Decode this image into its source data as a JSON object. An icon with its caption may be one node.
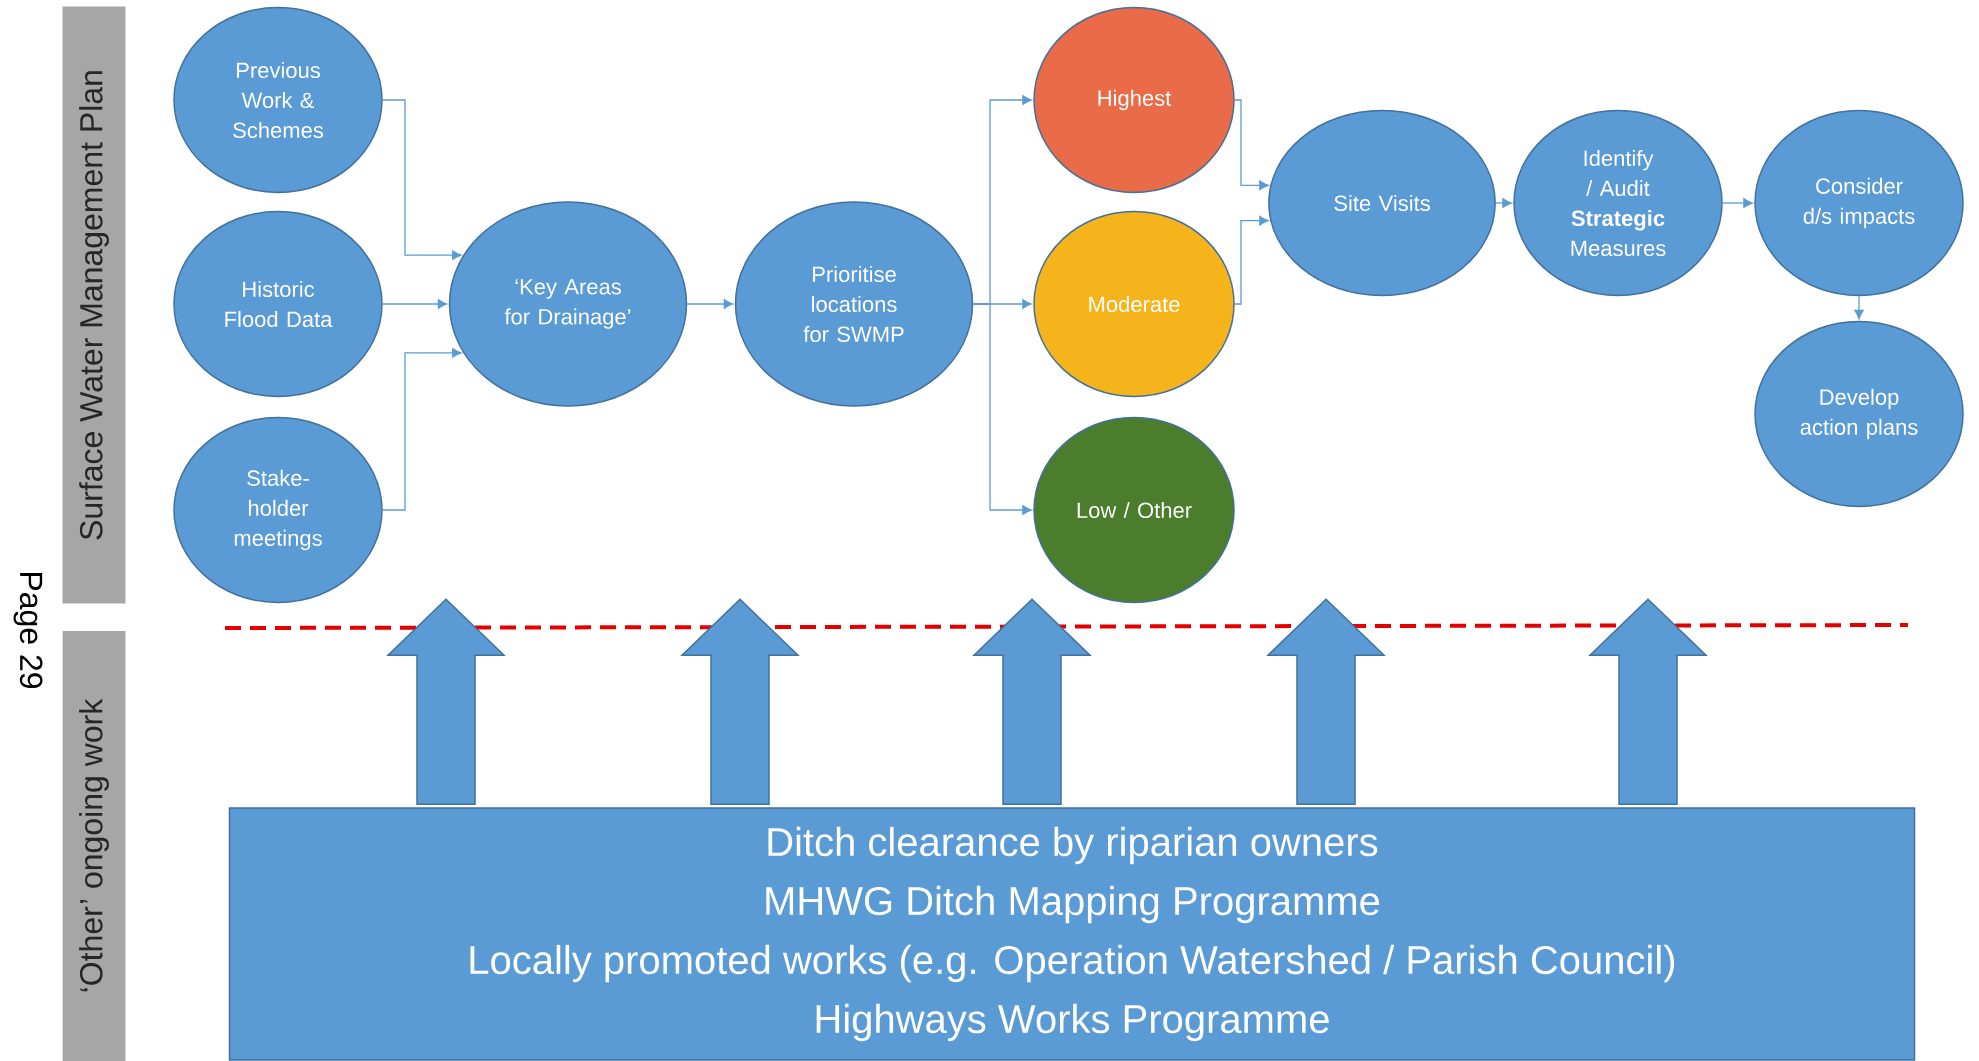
{
  "diagram": {
    "nodes": [
      {
        "text": [
          "Surface Water Management Plan"
        ]
      },
      {
        "text": [
          "Previous Work & Schemes"
        ]
      },
      {
        "text": [
          "Historic Flood Data"
        ]
      },
      {
        "text": [
          "Stake- holder meetings"
        ]
      },
      {
        "text": [
          "‘Key Areas for Drainage’"
        ]
      },
      {
        "text": [
          "Prioritise locations for SWMP"
        ]
      },
      {
        "text": [
          "Highest"
        ]
      },
      {
        "text": [
          "Moderate"
        ]
      },
      {
        "text": [
          "Low / Other"
        ]
      },
      {
        "text": [
          "Site Visits"
        ]
      },
      {
        "text": [
          "Identify / Audit **Strategic** Measures"
        ]
      },
      {
        "text": [
          "Consider d/s impacts"
        ]
      },
      {
        "text": [
          "Develop action plans"
        ]
      },
      {
        "text": [
          "‘Other’ ongoing work"
        ]
      },
      {
        "text": [
          "Ditch clearance by riparian owners",
          "MHWG Ditch Mapping Programme",
          "Locally promoted works (e.g. Operation Watershed / Parish Council)",
          "Highways Works Programme"
        ]
      }
    ],
    "edges": [
      {
        "from": 1,
        "to": 4,
        "arrow": "to"
      },
      {
        "from": 2,
        "to": 4,
        "arrow": "to"
      },
      {
        "from": 3,
        "to": 4,
        "arrow": "to"
      },
      {
        "from": 4,
        "to": 5,
        "arrow": "to"
      },
      {
        "from": 5,
        "to": 6,
        "arrow": "to"
      },
      {
        "from": 5,
        "to": 7,
        "arrow": "to"
      },
      {
        "from": 5,
        "to": 8,
        "arrow": "to"
      },
      {
        "from": 6,
        "to": 9,
        "arrow": "to"
      },
      {
        "from": 7,
        "to": 9,
        "arrow": "to"
      },
      {
        "from": 9,
        "to": 10,
        "arrow": "to"
      },
      {
        "from": 10,
        "to": 11,
        "arrow": "to"
      },
      {
        "from": 11,
        "to": 12,
        "arrow": "to"
      },
      {
        "from": 14,
        "to": null,
        "arrow": "to",
        "style": "thick"
      },
      {
        "from": 14,
        "to": null,
        "arrow": "to",
        "style": "thick"
      },
      {
        "from": 14,
        "to": null,
        "arrow": "to",
        "style": "thick"
      },
      {
        "from": 14,
        "to": null,
        "arrow": "to",
        "style": "thick"
      },
      {
        "from": 14,
        "to": null,
        "arrow": "to",
        "style": "thick"
      }
    ],
    "labels": [
      "Page 29"
    ]
  }
}
